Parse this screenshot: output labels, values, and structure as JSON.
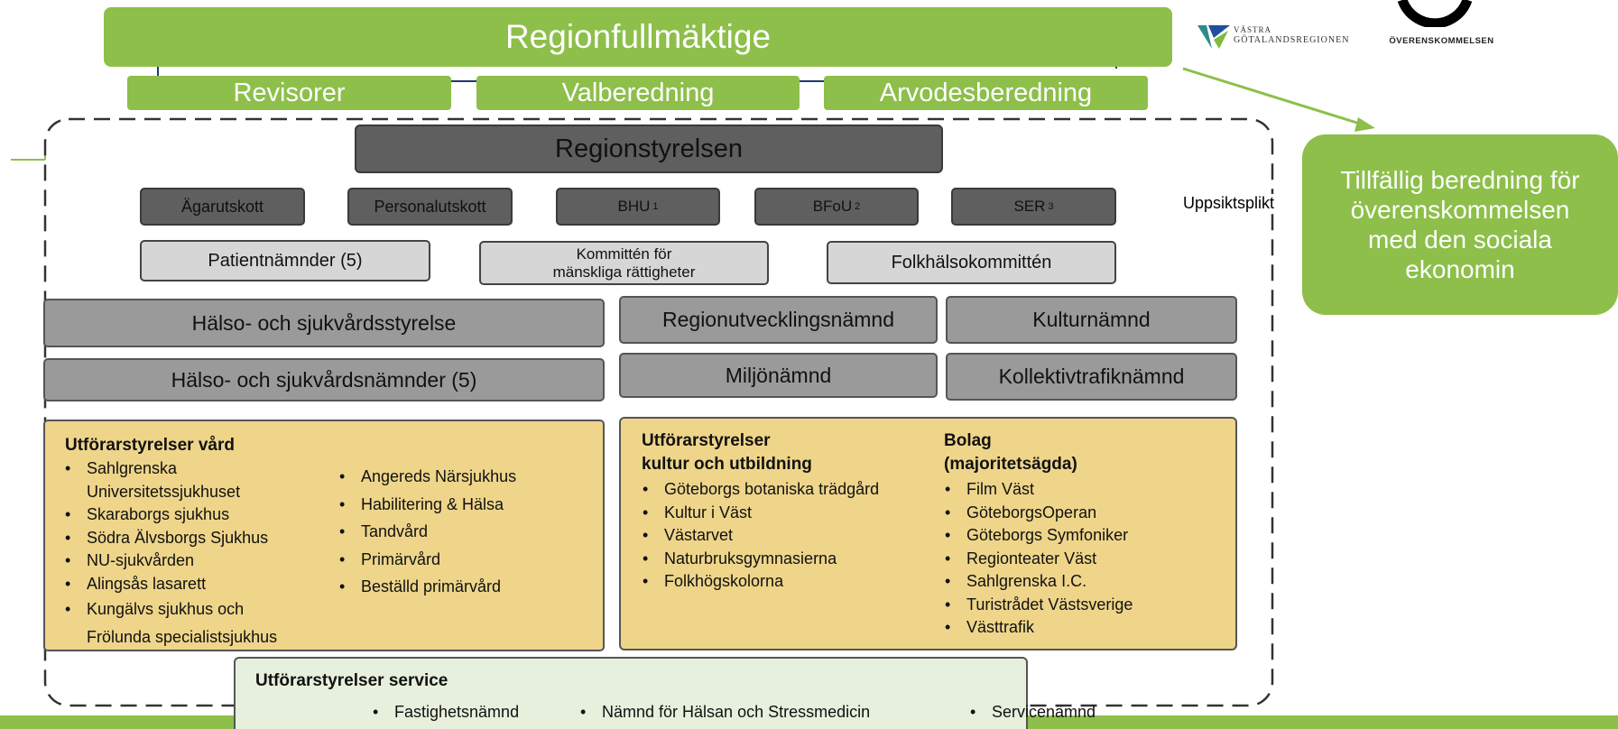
{
  "top": {
    "council": "Regionfullmäktige",
    "revisorer": "Revisorer",
    "valberedning": "Valberedning",
    "arvodesberedning": "Arvodesberedning"
  },
  "logos": {
    "vgr_line1": "VÄSTRA",
    "vgr_line2": "GÖTALANDSREGIONEN",
    "overenskommelsen": "ÖVERENSKOMMELSEN"
  },
  "regionstyrelsen": {
    "title": "Regionstyrelsen",
    "committees": [
      {
        "label": "Ägarutskott",
        "sup": ""
      },
      {
        "label": "Personalutskott",
        "sup": ""
      },
      {
        "label": "BHU",
        "sup": "1"
      },
      {
        "label": "BFoU",
        "sup": "2"
      },
      {
        "label": "SER",
        "sup": "3"
      }
    ],
    "light_row": {
      "patient": "Patientnämnder (5)",
      "rights_line1": "Kommittén för",
      "rights_line2": "mänskliga rättigheter",
      "folkhalsa": "Folkhälsokommittén"
    }
  },
  "uppsiktsplikt": "Uppsiktsplikt",
  "temporary": {
    "line1": "Tillfällig beredning för",
    "line2": "överenskommelsen",
    "line3": "med den sociala",
    "line4": "ekonomin"
  },
  "boards": {
    "hs_styrelse": "Hälso- och sjukvårdsstyrelse",
    "hs_namnder": "Hälso- och sjukvårdsnämnder (5)",
    "regionutveckling": "Regionutvecklingsnämnd",
    "kultur": "Kulturnämnd",
    "miljo": "Miljönämnd",
    "kollektivtrafik": "Kollektivtrafiknämnd"
  },
  "vard": {
    "heading": "Utförarstyrelser vård",
    "col1": [
      "Sahlgrenska Universitetssjukhuset",
      "Skaraborgs sjukhus",
      "Södra Älvsborgs Sjukhus",
      "NU-sjukvården",
      "Alingsås lasarett",
      "Kungälvs sjukhus och Frölunda specialistsjukhus"
    ],
    "col2": [
      "Angereds Närsjukhus",
      "Habilitering & Hälsa",
      "Tandvård",
      "Primärvård",
      "Beställd primärvård"
    ]
  },
  "kultur_utb": {
    "heading_line1": "Utförarstyrelser",
    "heading_line2": "kultur och utbildning",
    "items": [
      "Göteborgs botaniska trädgård",
      "Kultur i Väst",
      "Västarvet",
      "Naturbruksgymnasierna",
      "Folkhögskolorna"
    ]
  },
  "bolag": {
    "heading_line1": "Bolag",
    "heading_line2": "(majoritetsägda)",
    "items": [
      "Film Väst",
      "GöteborgsOperan",
      "Göteborgs Symfoniker",
      "Regionteater Väst",
      "Sahlgrenska I.C.",
      "Turistrådet Västsverige",
      "Västtrafik"
    ]
  },
  "service": {
    "heading": "Utförarstyrelser service",
    "items": [
      "Fastighetsnämnd",
      "Nämnd för Hälsan och Stressmedicin",
      "Servicenämnd"
    ]
  },
  "colors": {
    "green": "#8dbf4a",
    "dark_gray": "#5f5f5f",
    "mid_gray": "#9a9a9a",
    "light_gray": "#d6d6d6",
    "yellow": "#eed58a",
    "pale_green": "#e6f0dc",
    "navy": "#1f3a6e"
  }
}
